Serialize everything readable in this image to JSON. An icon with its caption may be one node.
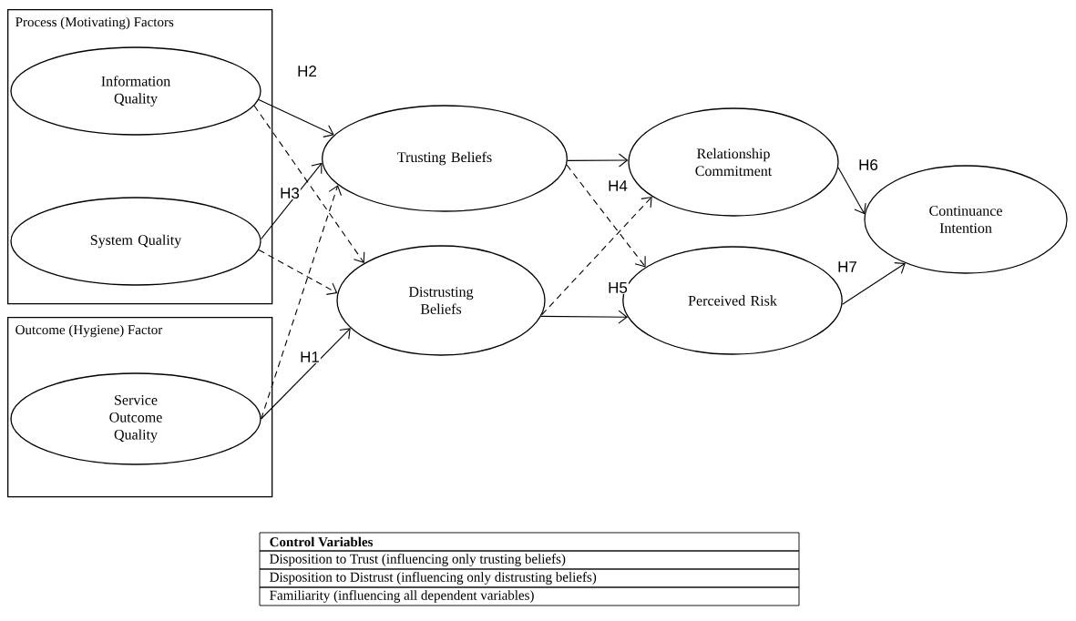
{
  "diagram": {
    "nodes": [
      {
        "text": [
          "Process (Motivating) Factors"
        ]
      },
      {
        "text": [
          "Information Quality"
        ],
        "in": 0
      },
      {
        "text": [
          "System Quality"
        ],
        "in": 0
      },
      {
        "text": [
          "Outcome (Hygiene) Factor"
        ]
      },
      {
        "text": [
          "Service Outcome Quality"
        ],
        "in": 3
      },
      {
        "text": [
          "Trusting Beliefs"
        ]
      },
      {
        "text": [
          "Distrusting Beliefs"
        ]
      },
      {
        "text": [
          "Relationship Commitment"
        ]
      },
      {
        "text": [
          "Perceived Risk"
        ]
      },
      {
        "text": [
          "Continuance Intention"
        ]
      }
    ],
    "edges": [
      {
        "from": 1,
        "to": 5,
        "arrow": "to",
        "label": "H2"
      },
      {
        "from": 1,
        "to": 6,
        "arrow": "to",
        "style": "dashed"
      },
      {
        "from": 2,
        "to": 5,
        "arrow": "to",
        "label": "H3"
      },
      {
        "from": 2,
        "to": 6,
        "arrow": "to",
        "style": "dashed"
      },
      {
        "from": 4,
        "to": 5,
        "arrow": "to",
        "style": "dashed"
      },
      {
        "from": 4,
        "to": 6,
        "arrow": "to",
        "label": "H1"
      },
      {
        "from": 5,
        "to": 7,
        "arrow": "to",
        "label": "H4"
      },
      {
        "from": 5,
        "to": 8,
        "arrow": "to",
        "style": "dashed"
      },
      {
        "from": 6,
        "to": 7,
        "arrow": "to",
        "style": "dashed"
      },
      {
        "from": 6,
        "to": 8,
        "arrow": "to",
        "label": "H5"
      },
      {
        "from": 7,
        "to": 9,
        "arrow": "to",
        "label": "H6"
      },
      {
        "from": 8,
        "to": 9,
        "arrow": "to",
        "label": "H7"
      }
    ],
    "labels": [
      "Control Variables",
      "Disposition to Trust (influencing only trusting beliefs)",
      "Disposition to Distrust (influencing only distrusting beliefs)",
      "Familiarity (influencing all dependent variables)"
    ]
  }
}
